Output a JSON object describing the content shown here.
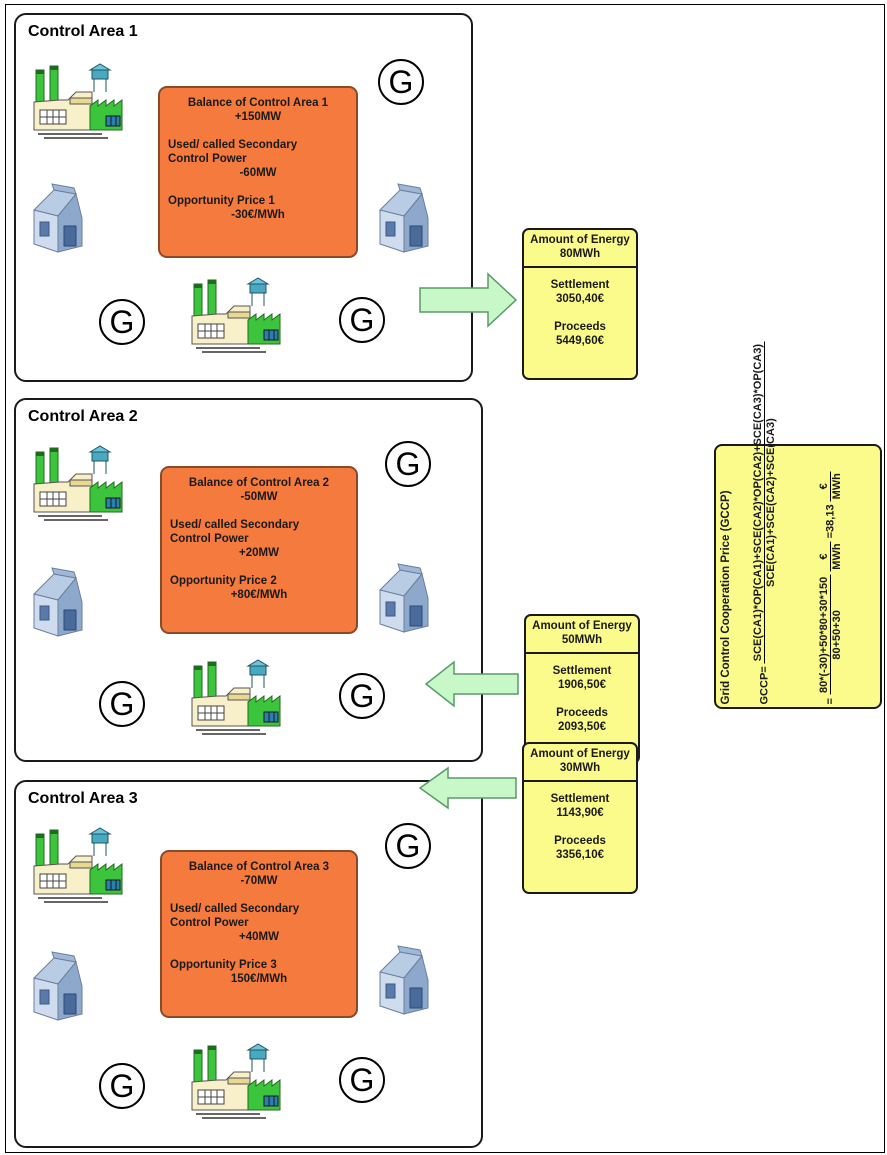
{
  "areas": [
    {
      "title": "Control Area 1",
      "balance_label": "Balance of Control Area 1",
      "balance_value": "+150MW",
      "scp_label_1": "Used/ called Secondary",
      "scp_label_2": "Control Power",
      "scp_value": "-60MW",
      "op_label": "Opportunity Price 1",
      "op_value": "-30€/MWh",
      "settlement_box": {
        "energy_label": "Amount of Energy",
        "energy_value": "80MWh",
        "settlement_label": "Settlement",
        "settlement_value": "3050,40€",
        "proceeds_label": "Proceeds",
        "proceeds_value": "5449,60€"
      }
    },
    {
      "title": "Control Area 2",
      "balance_label": "Balance of Control Area 2",
      "balance_value": "-50MW",
      "scp_label_1": "Used/ called Secondary",
      "scp_label_2": "Control Power",
      "scp_value": "+20MW",
      "op_label": "Opportunity Price 2",
      "op_value": "+80€/MWh",
      "settlement_box": {
        "energy_label": "Amount of Energy",
        "energy_value": "50MWh",
        "settlement_label": "Settlement",
        "settlement_value": "1906,50€",
        "proceeds_label": "Proceeds",
        "proceeds_value": "2093,50€"
      }
    },
    {
      "title": "Control Area 3",
      "balance_label": "Balance of Control Area 3",
      "balance_value": "-70MW",
      "scp_label_1": "Used/ called Secondary",
      "scp_label_2": "Control Power",
      "scp_value": "+40MW",
      "op_label": "Opportunity Price 3",
      "op_value": "150€/MWh",
      "settlement_box": {
        "energy_label": "Amount of Energy",
        "energy_value": "30MWh",
        "settlement_label": "Settlement",
        "settlement_value": "1143,90€",
        "proceeds_label": "Proceeds",
        "proceeds_value": "3356,10€"
      }
    }
  ],
  "generator_symbol": "G",
  "gccp": {
    "title": "Grid Control Cooperation Price (GCCP)",
    "lhs": "GCCP=",
    "formula_num": "SCE(CA1)*OP(CA1)+SCE(CA2)*OP(CA2)+SCE(CA3)*OP(CA3)",
    "formula_den": "SCE(CA1)+SCE(CA2)+SCE(CA3)",
    "eq": "=",
    "calc_num": "80*(-30)+50*80+30*150",
    "calc_den": "80+50+30",
    "unit_num": "€",
    "unit_den": "MWh",
    "result": "=38,13",
    "result_unit_num": "€",
    "result_unit_den": "MWh"
  },
  "colors": {
    "orange_box": "#f47a3e",
    "yellow_box": "#fbfb8c",
    "arrow_fill": "#c8f7c8",
    "factory_green": "#3cc43c"
  },
  "icons": [
    "factory-icon",
    "house-icon",
    "generator-icon",
    "arrow-right-icon",
    "arrow-left-icon"
  ]
}
